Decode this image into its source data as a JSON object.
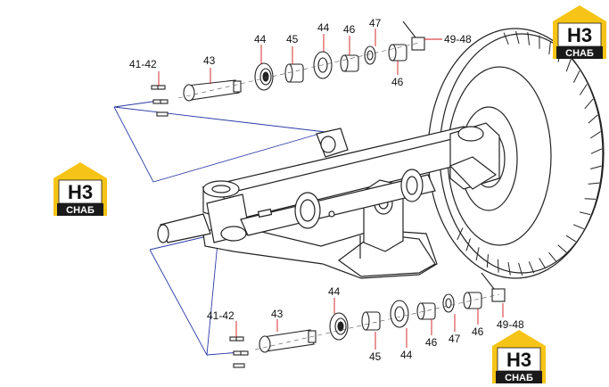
{
  "logo": {
    "mark": "H3",
    "word": "СНАБ",
    "colors": {
      "yellow": "#f6c416",
      "dark": "#1a1a1a"
    }
  },
  "callouts": {
    "top": {
      "c41_42": "41-42",
      "c43": "43",
      "c44a": "44",
      "c45": "45",
      "c44b": "44",
      "c46a": "46",
      "c47": "47",
      "c49_48": "49-48",
      "c46b": "46"
    },
    "bottom": {
      "c44": "44",
      "c41_42": "41-42",
      "c43": "43",
      "c46a": "46",
      "c45": "45",
      "c44b": "44",
      "c47": "47",
      "c46b": "46",
      "c49_48": "49-48"
    }
  },
  "colors": {
    "line": "#222222",
    "leader": "#d01818",
    "guide": "#2a3aa8"
  }
}
